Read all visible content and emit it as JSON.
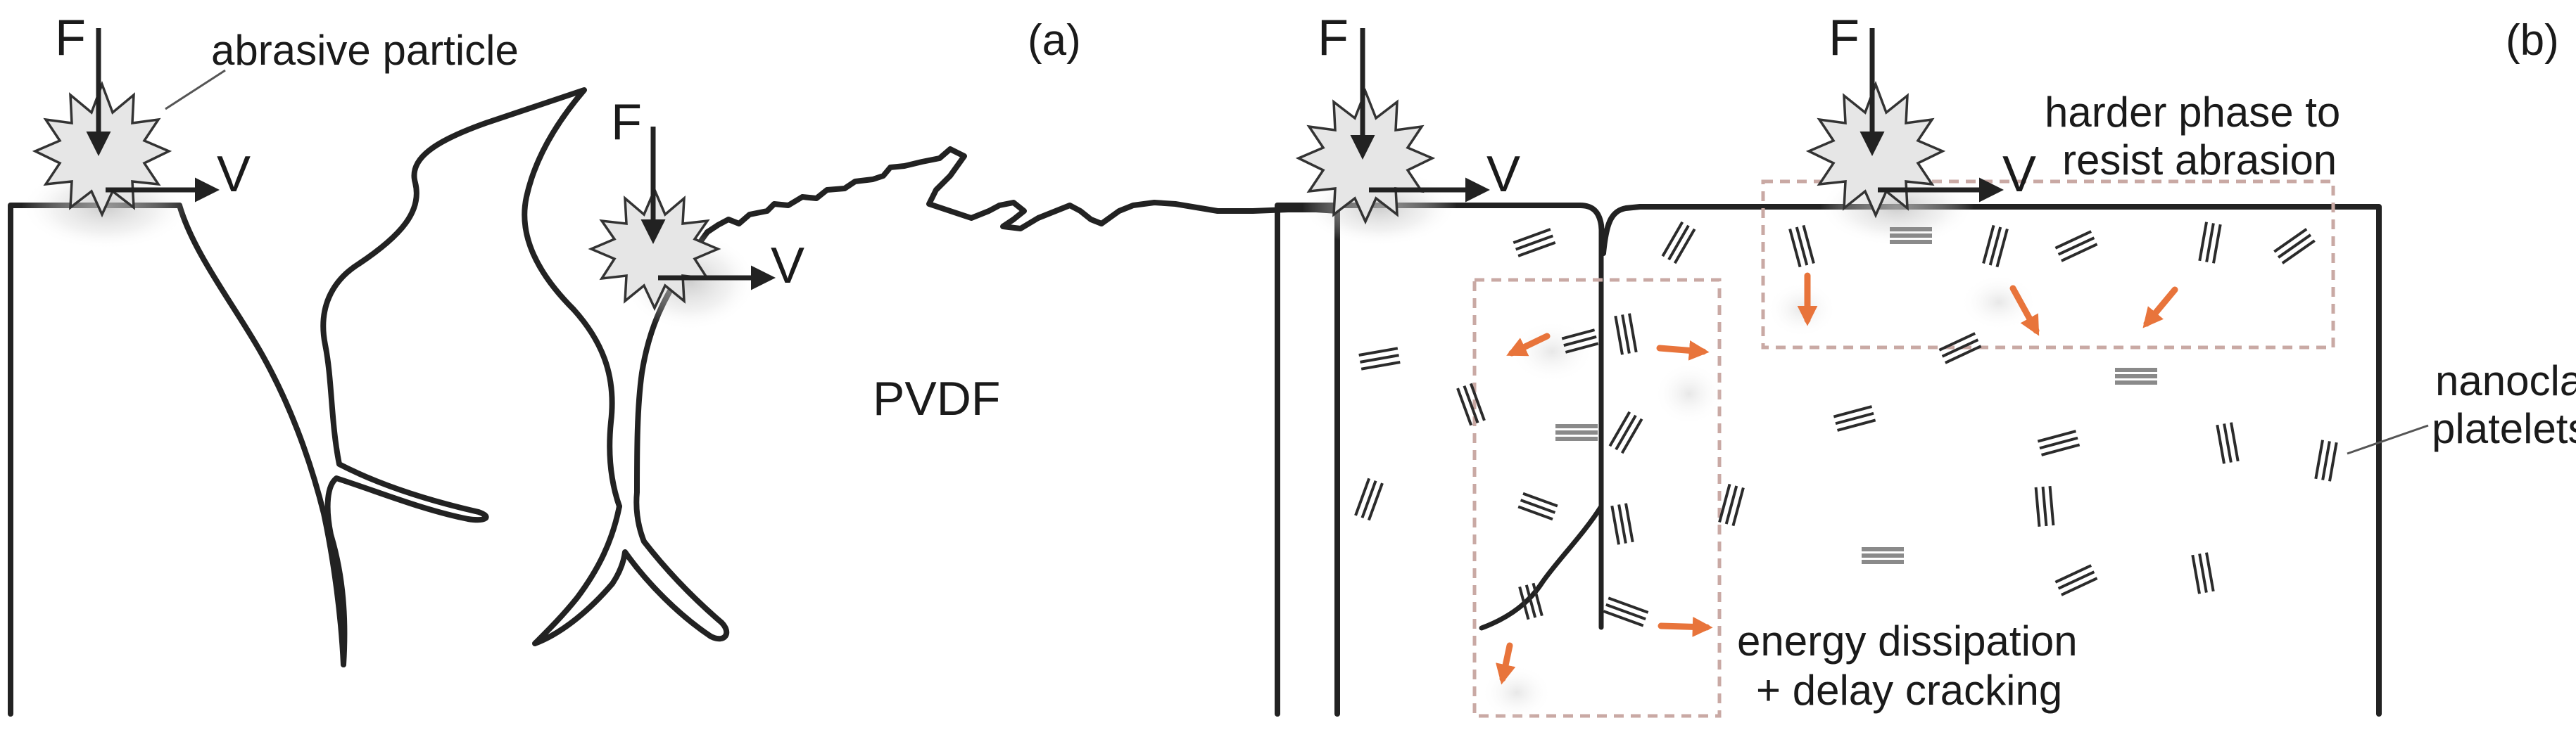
{
  "panels": [
    {
      "id": "a",
      "panel_label": "(a)",
      "material_label": "PVDF",
      "particle_label": "abrasive particle",
      "particles": [
        {
          "force_label": "F",
          "velocity_label": "V"
        },
        {
          "force_label": "F",
          "velocity_label": "V"
        }
      ]
    },
    {
      "id": "b",
      "panel_label": "(b)",
      "hard_phase_label_line1": "harder phase to",
      "hard_phase_label_line2": "resist abrasion",
      "nanoclay_label_line1": "nanoclay",
      "nanoclay_label_line2": "platelets",
      "energy_label_line1": "energy dissipation",
      "energy_label_line2": "+ delay cracking",
      "particles": [
        {
          "force_label": "F",
          "velocity_label": "V"
        },
        {
          "force_label": "F",
          "velocity_label": "V"
        }
      ]
    }
  ],
  "colors": {
    "outline": "#222222",
    "particle_fill": "#e6e6e6",
    "dashed_box": "#c9a9a4",
    "orange_arrow": "#e8743b",
    "platelet_gray": "#8a8a8a"
  }
}
